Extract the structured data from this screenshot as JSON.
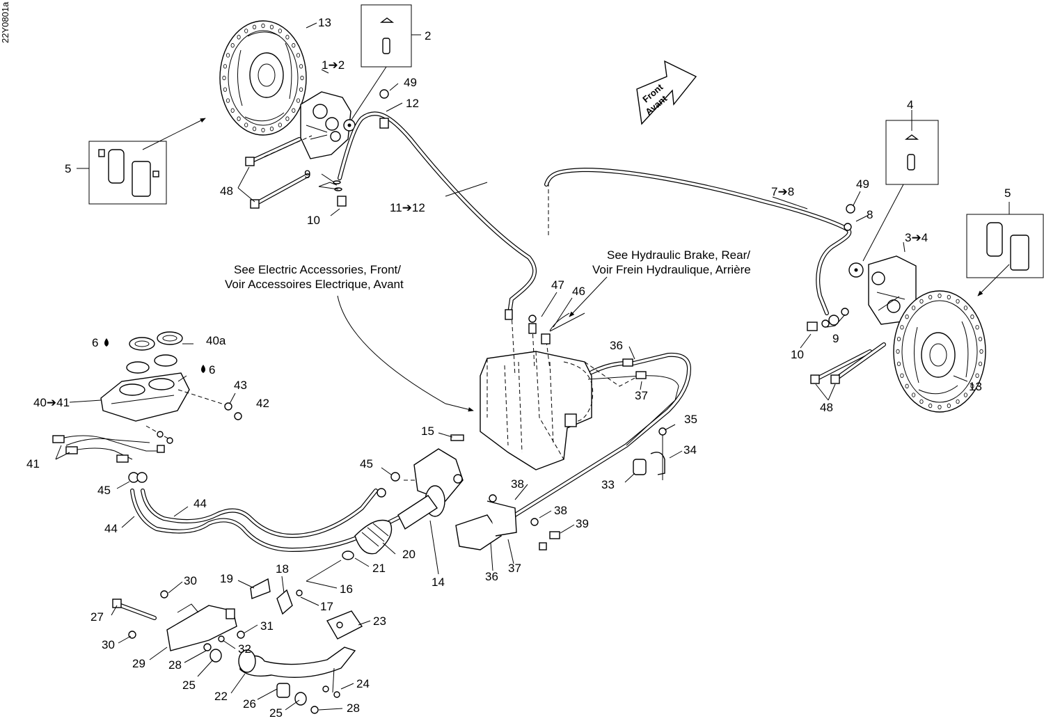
{
  "drawing_code": "22Y0801a",
  "arrow_label": [
    "Front",
    "Avant"
  ],
  "notes": {
    "electric": [
      "See Electric Accessories, Front/",
      "Voir Accessoires Electrique, Avant"
    ],
    "hydraulic": [
      "See Hydraulic Brake, Rear/",
      "Voir Frein Hydraulique, Arrière"
    ]
  },
  "labels": [
    {
      "id": "l13a",
      "text": "13"
    },
    {
      "id": "l12a",
      "text": "1➔2"
    },
    {
      "id": "l2",
      "text": "2"
    },
    {
      "id": "l49a",
      "text": "49"
    },
    {
      "id": "l12",
      "text": "12"
    },
    {
      "id": "l5a",
      "text": "5"
    },
    {
      "id": "l48a",
      "text": "48"
    },
    {
      "id": "l9a",
      "text": "9"
    },
    {
      "id": "l10a",
      "text": "10"
    },
    {
      "id": "l1112",
      "text": "11➔12"
    },
    {
      "id": "l4",
      "text": "4"
    },
    {
      "id": "l78",
      "text": "7➔8"
    },
    {
      "id": "l49b",
      "text": "49"
    },
    {
      "id": "l8",
      "text": "8"
    },
    {
      "id": "l5b",
      "text": "5"
    },
    {
      "id": "l34a",
      "text": "3➔4"
    },
    {
      "id": "l47",
      "text": "47"
    },
    {
      "id": "l46",
      "text": "46"
    },
    {
      "id": "l10b",
      "text": "10"
    },
    {
      "id": "l9b",
      "text": "9"
    },
    {
      "id": "l13b",
      "text": "13"
    },
    {
      "id": "l48b",
      "text": "48"
    },
    {
      "id": "l36a",
      "text": "36"
    },
    {
      "id": "l37a",
      "text": "37"
    },
    {
      "id": "l6a",
      "text": "6"
    },
    {
      "id": "l40a",
      "text": "40a"
    },
    {
      "id": "l6b",
      "text": "6"
    },
    {
      "id": "l43",
      "text": "43"
    },
    {
      "id": "l4041",
      "text": "40➔41"
    },
    {
      "id": "l42",
      "text": "42"
    },
    {
      "id": "l41",
      "text": "41"
    },
    {
      "id": "l35",
      "text": "35"
    },
    {
      "id": "l34",
      "text": "34"
    },
    {
      "id": "l15",
      "text": "15"
    },
    {
      "id": "l45a",
      "text": "45"
    },
    {
      "id": "l45b",
      "text": "45"
    },
    {
      "id": "l33",
      "text": "33"
    },
    {
      "id": "l38a",
      "text": "38"
    },
    {
      "id": "l44a",
      "text": "44"
    },
    {
      "id": "l44b",
      "text": "44"
    },
    {
      "id": "l38b",
      "text": "38"
    },
    {
      "id": "l39",
      "text": "39"
    },
    {
      "id": "l20",
      "text": "20"
    },
    {
      "id": "l21",
      "text": "21"
    },
    {
      "id": "l14",
      "text": "14"
    },
    {
      "id": "l36b",
      "text": "36"
    },
    {
      "id": "l37b",
      "text": "37"
    },
    {
      "id": "l18",
      "text": "18"
    },
    {
      "id": "l30a",
      "text": "30"
    },
    {
      "id": "l19",
      "text": "19"
    },
    {
      "id": "l16",
      "text": "16"
    },
    {
      "id": "l17",
      "text": "17"
    },
    {
      "id": "l27",
      "text": "27"
    },
    {
      "id": "l31",
      "text": "31"
    },
    {
      "id": "l23",
      "text": "23"
    },
    {
      "id": "l30b",
      "text": "30"
    },
    {
      "id": "l32",
      "text": "32"
    },
    {
      "id": "l29",
      "text": "29"
    },
    {
      "id": "l28a",
      "text": "28"
    },
    {
      "id": "l25a",
      "text": "25"
    },
    {
      "id": "l24",
      "text": "24"
    },
    {
      "id": "l22",
      "text": "22"
    },
    {
      "id": "l26",
      "text": "26"
    },
    {
      "id": "l25b",
      "text": "25"
    },
    {
      "id": "l28b",
      "text": "28"
    }
  ]
}
